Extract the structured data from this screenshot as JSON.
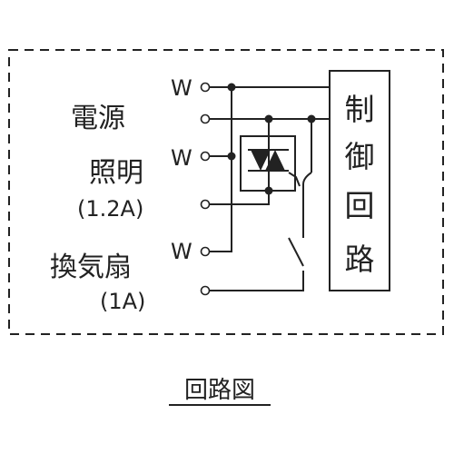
{
  "labels": {
    "power": "電源",
    "lighting": "照明",
    "lighting_rating": "(1.2A)",
    "fan": "換気扇",
    "fan_rating": "(1A)",
    "w_marks": [
      "W",
      "W",
      "W"
    ]
  },
  "control_circuit": [
    "制",
    "御",
    "回",
    "路"
  ],
  "caption": "回路図",
  "colors": {
    "line": "#222222",
    "background": "#ffffff"
  }
}
